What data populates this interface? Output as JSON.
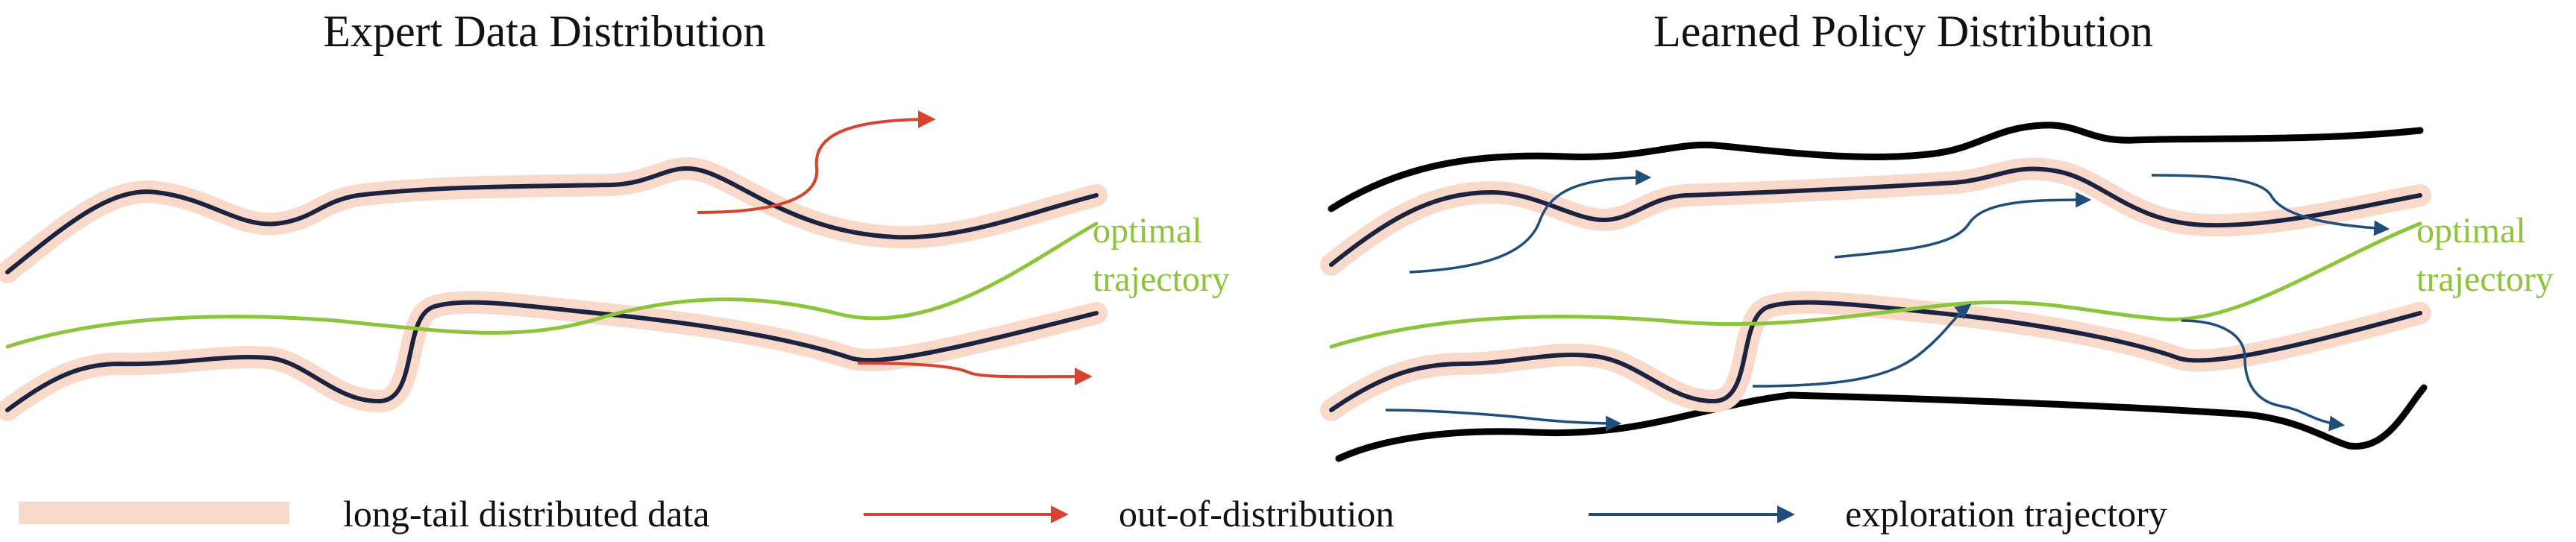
{
  "colors": {
    "background": "#ffffff",
    "data_line": "#1c2340",
    "long_tail_band": "#f9d9c9",
    "optimal": "#8cc43a",
    "out_of_distribution": "#d8432e",
    "exploration": "#1f4e7d",
    "policy_boundary": "#000000"
  },
  "panels": {
    "left": {
      "title": "Expert Data Distribution",
      "optimal_label_1": "optimal",
      "optimal_label_2": "trajectory"
    },
    "right": {
      "title": "Learned Policy Distribution",
      "optimal_label_1": "optimal",
      "optimal_label_2": "trajectory"
    }
  },
  "legend": {
    "long_tail": "long-tail distributed data",
    "ood": "out-of-distribution",
    "exploration": "exploration trajectory"
  }
}
